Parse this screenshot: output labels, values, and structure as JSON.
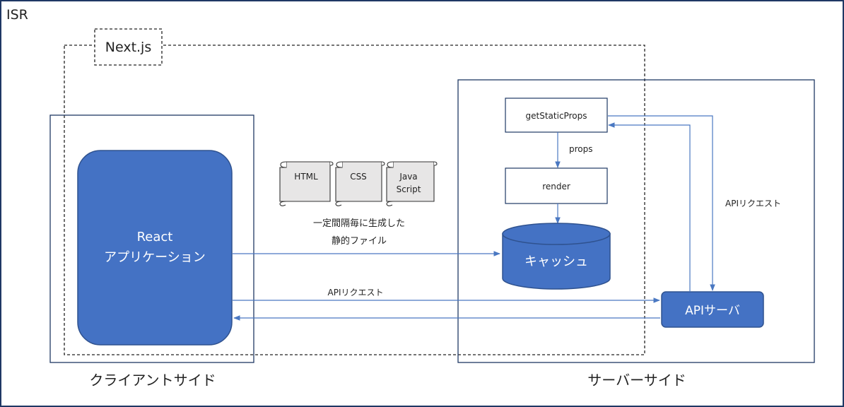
{
  "title": "ISR",
  "nextjs_label": "Next.js",
  "client": {
    "caption": "クライアントサイド",
    "app_line1": "React",
    "app_line2": "アプリケーション"
  },
  "server": {
    "caption": "サーバーサイド",
    "get_static_props": "getStaticProps",
    "render": "render",
    "props_label": "props",
    "cache": "キャッシュ",
    "api_server": "APIサーバ",
    "api_request_vertical": "APIリクエスト"
  },
  "files": {
    "html": "HTML",
    "css": "CSS",
    "js_line1": "Java",
    "js_line2": "Script",
    "caption_line1": "一定間隔毎に生成した",
    "caption_line2": "静的ファイル"
  },
  "client_api_request": "APIリクエスト",
  "colors": {
    "accent_blue": "#4472c4",
    "border_navy": "#203864",
    "arrow_blue": "#5b8bd0",
    "scroll_gray": "#e6e6e6"
  }
}
